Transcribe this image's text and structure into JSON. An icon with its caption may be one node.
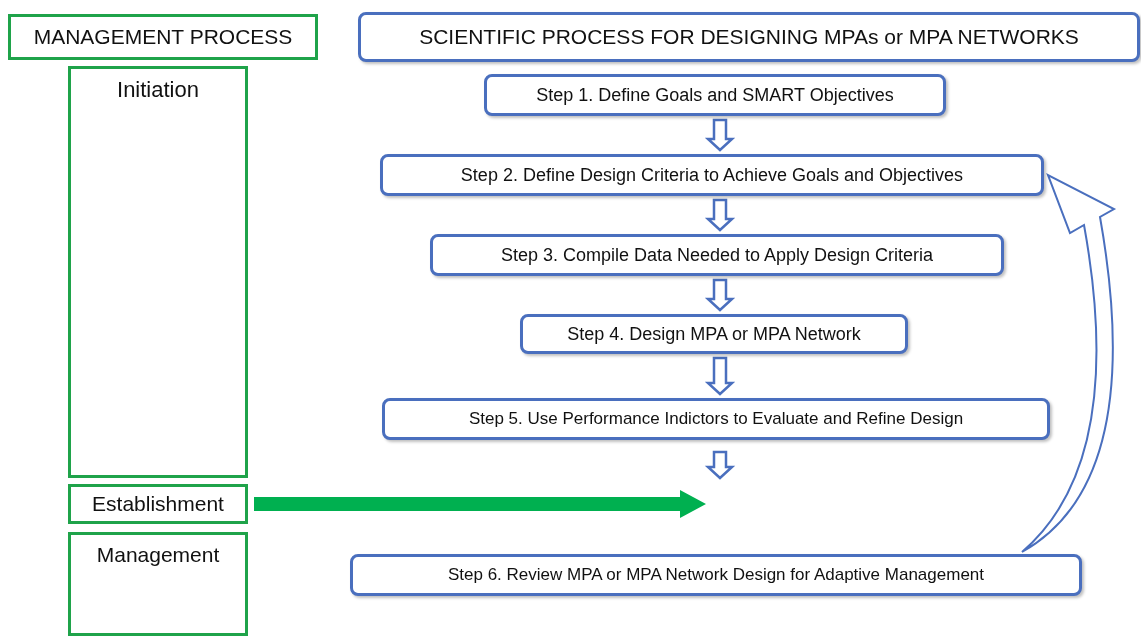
{
  "diagram": {
    "nodes": [
      {
        "text": [
          "MANAGEMENT PROCESS"
        ]
      },
      {
        "text": [
          "Initiation"
        ]
      },
      {
        "text": [
          "Establishment"
        ]
      },
      {
        "text": [
          "Management"
        ]
      },
      {
        "text": [
          "SCIENTIFIC PROCESS FOR DESIGNING MPAs or MPA NETWORKS"
        ]
      },
      {
        "text": [
          "Step 1. Define Goals and SMART Objectives"
        ]
      },
      {
        "text": [
          "Step 2. Define Design Criteria to Achieve Goals and Objectives"
        ]
      },
      {
        "text": [
          "Step 3. Compile Data Needed to Apply Design Criteria"
        ]
      },
      {
        "text": [
          "Step 4. Design MPA or MPA Network"
        ]
      },
      {
        "text": [
          "Step 5. Use Performance Indictors to Evaluate and Refine Design"
        ]
      },
      {
        "text": [
          "Step 6. Review MPA or MPA Network Design for Adaptive Management"
        ]
      }
    ],
    "edges": [
      {
        "from": 5,
        "to": 6,
        "arrow": "to"
      },
      {
        "from": 6,
        "to": 7,
        "arrow": "to"
      },
      {
        "from": 7,
        "to": 8,
        "arrow": "to"
      },
      {
        "from": 8,
        "to": 9,
        "arrow": "to"
      },
      {
        "from": 9,
        "to": null,
        "arrow": "to"
      },
      {
        "from": 2,
        "to": null,
        "arrow": "to",
        "style": "thick",
        "color": "#00b050"
      },
      {
        "from": 10,
        "to": 6,
        "arrow": "to"
      }
    ]
  }
}
